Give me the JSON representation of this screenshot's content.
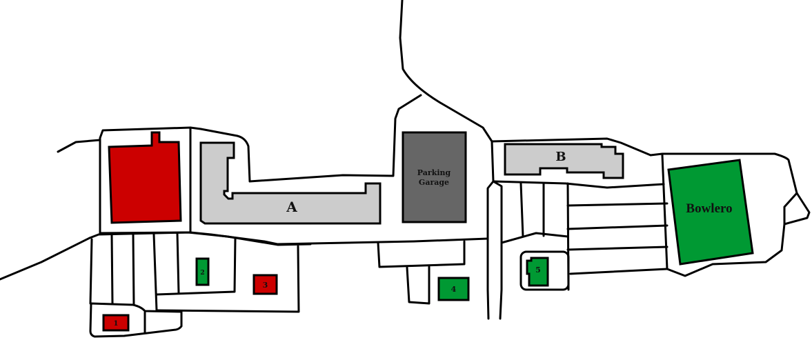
{
  "map": {
    "buildings": {
      "anchor_left": {
        "label": ""
      },
      "a": {
        "label": "A"
      },
      "parking_garage": {
        "label_line1": "Parking",
        "label_line2": "Garage"
      },
      "b": {
        "label": "B"
      },
      "bowlero": {
        "label": "Bowlero"
      },
      "pad1": {
        "label": "1"
      },
      "pad2": {
        "label": "2"
      },
      "pad3": {
        "label": "3"
      },
      "pad4": {
        "label": "4"
      },
      "pad5": {
        "label": "5"
      }
    },
    "colors": {
      "red": "#cc0000",
      "green": "#009933",
      "light_gray": "#cccccc",
      "dark_gray": "#666666"
    }
  }
}
